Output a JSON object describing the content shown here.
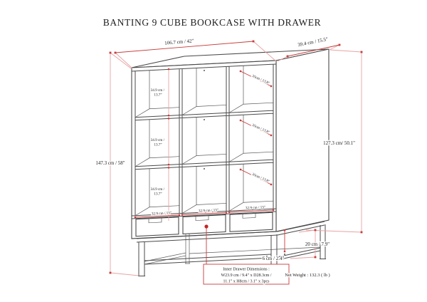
{
  "title": "BANTING 9 CUBE BOOKCASE WITH DRAWER",
  "colors": {
    "line": "#4a4a4a",
    "dimension_red": "#c83c3c",
    "dimension_pink": "#e8a3a3",
    "text": "#222222"
  },
  "dimensions": {
    "overall_width": "106.7 cm / 42\"",
    "overall_depth": "39.4 cm / 15.5\"",
    "overall_height": "147.3 cm / 58\"",
    "cabinet_height": "127.3 cm/ 50.1\"",
    "base_height": "20 cm / 7.9\"",
    "base_clearance": "6 cm / 2.4\"",
    "cube_height_cm": "34.9 cm /",
    "cube_height_in": "13.7\"",
    "cube_depth": "35cm / 13.8\"",
    "cube_width": "32.9 cm / 13\""
  },
  "drawer_note": {
    "line1": "Inner Drawer Dimensions :",
    "line2": "W23.9 cm / 9.4\" x D28.3cm /",
    "line3": "11.1\" x H8cm / 3.1\" x 3pcs"
  },
  "net_weight": "Net Weight : 132.3 ( lb )"
}
